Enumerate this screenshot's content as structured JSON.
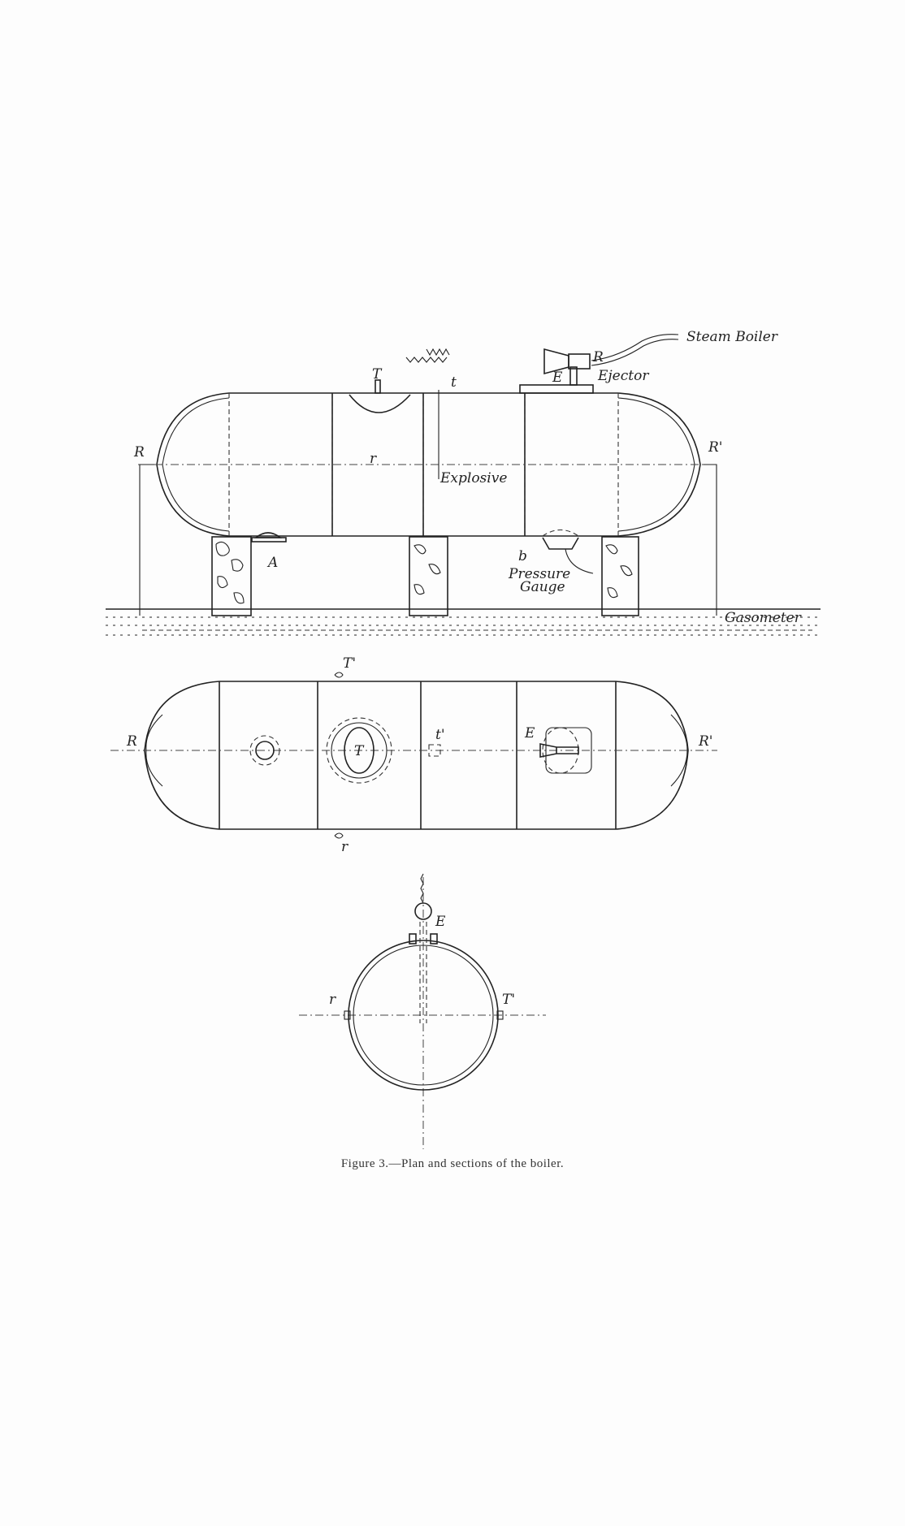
{
  "elevation": {
    "labels": {
      "steam_boiler": "Steam Boiler",
      "ejector": "Ejector",
      "e": "E",
      "r_valve": "R",
      "t_upper": "T",
      "t_lower": "t",
      "explosive": "Explosive",
      "r_left": "R",
      "r_right": "R'",
      "r_small": "r",
      "a": "A",
      "b": "b",
      "pressure": "Pressure",
      "gauge": "Gauge",
      "gasometer": "Gasometer"
    }
  },
  "plan": {
    "labels": {
      "t_prime_top": "T'",
      "r_bottom": "r",
      "r_left": "R",
      "r_right": "R'",
      "t_center": "T",
      "t_small_prime": "t'",
      "e": "E"
    }
  },
  "section": {
    "labels": {
      "e": "E",
      "r_left": "r",
      "t_prime_right": "T'"
    }
  },
  "caption": "Figure 3.—Plan and sections of the boiler."
}
